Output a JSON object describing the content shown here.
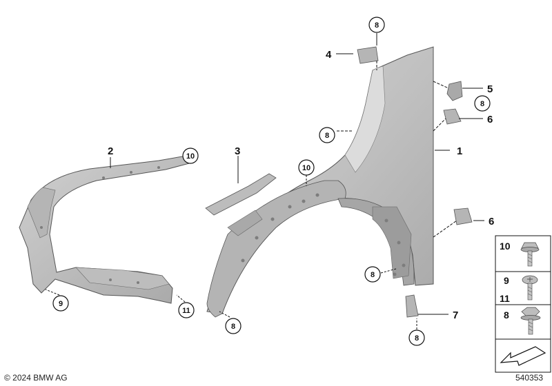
{
  "copyright": "© 2024 BMW AG",
  "diagram_number": "540353",
  "callouts": {
    "c1": "1",
    "c2": "2",
    "c3": "3",
    "c4": "4",
    "c5": "5",
    "c6a": "6",
    "c6b": "6",
    "c7": "7"
  },
  "circled": {
    "top8": "8",
    "right8": "8",
    "mid8": "8",
    "left10": "10",
    "center10": "10",
    "lower8": "8",
    "bottom8a": "8",
    "bottom8b": "8",
    "left9": "9",
    "bottom11": "11"
  },
  "legend": {
    "row1": "10",
    "row2a": "9",
    "row2b": "11",
    "row3": "8"
  },
  "colors": {
    "part_fill": "#c9c9c9",
    "part_dark": "#8e8e8e",
    "line": "#111111"
  }
}
